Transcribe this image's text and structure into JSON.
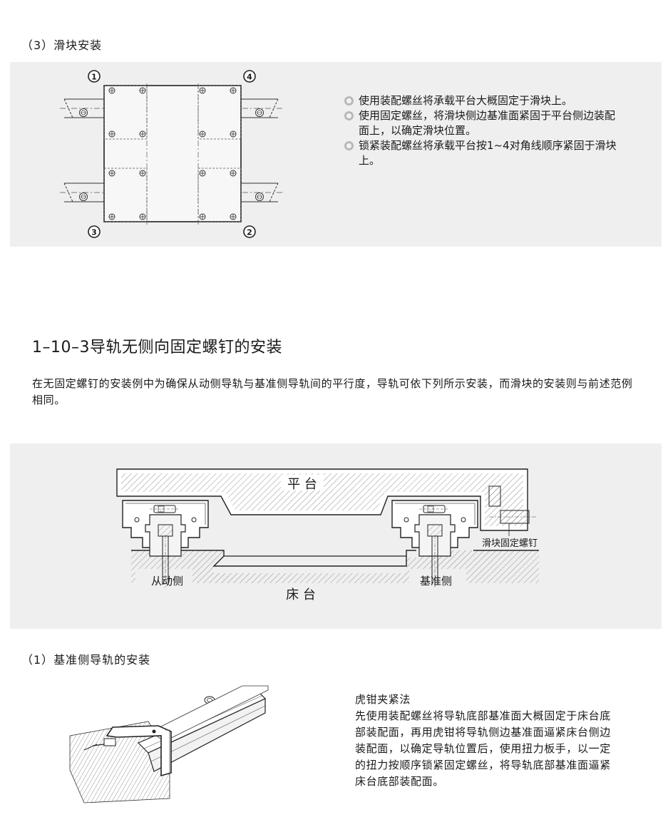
{
  "section3": {
    "title": "（3）滑块安装",
    "markers": [
      "1",
      "4",
      "3",
      "2"
    ],
    "steps": [
      "使用装配螺丝将承载平台大概固定于滑块上。",
      "使用固定螺丝，将滑块侧边基准面紧固于平台侧边装配面上，以确定滑块位置。",
      "锁紧装配螺丝将承载平台按1~4对角线顺序紧固于滑块上。"
    ]
  },
  "heading": "1–10–3导轨无侧向固定螺钉的安装",
  "intro": "在无固定螺钉的安装例中为确保从动侧导轨与基准侧导轨间的平行度，导轨可依下列所示安装，而滑块的安装则与前述范例相同。",
  "diagram2": {
    "platform": "平 台",
    "bed": "床 台",
    "follower_side": "从动侧",
    "reference_side": "基准侧",
    "block_screw": "滑块固定螺钉"
  },
  "section1": {
    "title": "（1）基准侧导轨的安装",
    "method_title": "虎钳夹紧法",
    "method_body": "先使用装配螺丝将导轨底部基准面大概固定于床台底部装配面，再用虎钳将导轨侧边基准面逼紧床台侧边装配面，以确定导轨位置后，使用扭力板手，以一定的扭力按顺序锁紧固定螺丝，将导轨底部基准面逼紧床台底部装配面。"
  },
  "colors": {
    "panel": "#efefef",
    "line": "#3a3a3a"
  }
}
